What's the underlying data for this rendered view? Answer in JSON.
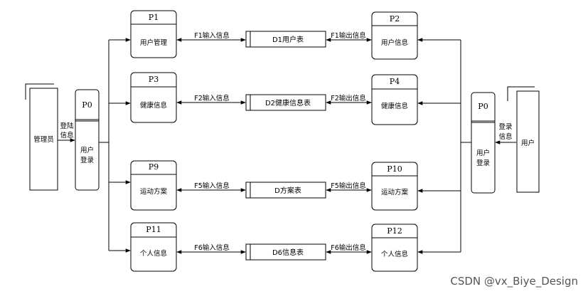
{
  "processes": {
    "p0_left": {
      "id": "P0",
      "name": [
        "用户",
        "登录"
      ]
    },
    "p0_right": {
      "id": "P0",
      "name": [
        "用户",
        "登录"
      ]
    },
    "p1": {
      "id": "P1",
      "name": "用户管理"
    },
    "p2": {
      "id": "P2",
      "name": "用户信息"
    },
    "p3": {
      "id": "P3",
      "name": "健康信息"
    },
    "p4": {
      "id": "P4",
      "name": "健康信息"
    },
    "p9": {
      "id": "P9",
      "name": "运动方案"
    },
    "p10": {
      "id": "P10",
      "name": "运动方案"
    },
    "p11": {
      "id": "P11",
      "name": "个人信息"
    },
    "p12": {
      "id": "P12",
      "name": "个人信息"
    }
  },
  "stores": {
    "d1": "D1用户表",
    "d2": "D2健康信息表",
    "d5": "D方案表",
    "d6": "D6信息表"
  },
  "entities": {
    "admin": "管理员",
    "user": "用户"
  },
  "flows": {
    "login_left": [
      "登陆",
      "信息"
    ],
    "login_right": [
      "登录",
      "信息"
    ],
    "f1_in": "F1输入信息",
    "f1_out": "F1输出信息",
    "f2_in": "F2输入信息",
    "f2_out": "F2输出信息",
    "f5_in": "F5输入信息",
    "f5_out": "F5输出信息",
    "f6_in": "F6输入信息",
    "f6_out": "F6输出信息"
  },
  "watermark": "CSDN @vx_Biye_Design"
}
